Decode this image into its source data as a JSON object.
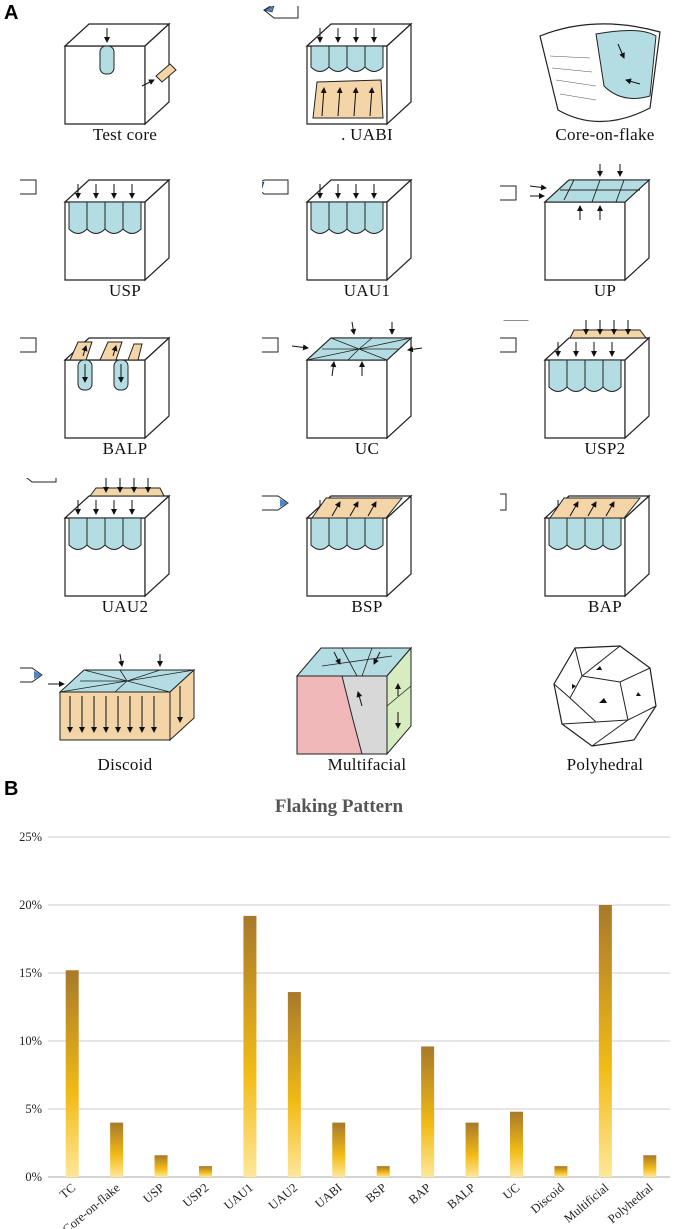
{
  "panel_a": {
    "letter": "A",
    "cells": [
      {
        "key": "test-core",
        "caption": "Test core"
      },
      {
        "key": "uabi",
        "caption": ". UABI"
      },
      {
        "key": "core-on-flake",
        "caption": "Core-on-flake"
      },
      {
        "key": "usp",
        "caption": "USP"
      },
      {
        "key": "uau1",
        "caption": "UAU1"
      },
      {
        "key": "up",
        "caption": "UP"
      },
      {
        "key": "balp",
        "caption": "BALP"
      },
      {
        "key": "uc",
        "caption": "UC"
      },
      {
        "key": "usp2",
        "caption": "USP2"
      },
      {
        "key": "uau2",
        "caption": "UAU2"
      },
      {
        "key": "bsp",
        "caption": "BSP"
      },
      {
        "key": "bap",
        "caption": "BAP"
      },
      {
        "key": "discoid",
        "caption": "Discoid"
      },
      {
        "key": "multifacial",
        "caption": "Multifacial"
      },
      {
        "key": "polyhedral",
        "caption": "Polyhedral"
      }
    ],
    "colors": {
      "blue": "#b3dde3",
      "tan": "#f4d5a8",
      "pink": "#f0b8b8",
      "gray": "#d8d8d8",
      "green": "#d7ecc0",
      "icon_blue": "#4a86c5"
    }
  },
  "panel_b": {
    "letter": "B",
    "chart_data": {
      "type": "bar",
      "title": "Flaking Pattern",
      "categories": [
        "TC",
        "Core-on-flake",
        "USP",
        "USP2",
        "UAU1",
        "UAU2",
        "UABI",
        "BSP",
        "BAP",
        "BALP",
        "UC",
        "Discoid",
        "Multificial",
        "Polyhedral"
      ],
      "values": [
        15.2,
        4.0,
        1.6,
        0.8,
        19.2,
        13.6,
        4.0,
        0.8,
        9.6,
        4.0,
        4.8,
        0.8,
        20.0,
        1.6
      ],
      "ylim": [
        0,
        25
      ],
      "yticks": [
        "0%",
        "5%",
        "10%",
        "15%",
        "20%",
        "25%"
      ],
      "grid": true,
      "xlabel": "",
      "ylabel": "",
      "colors": {
        "bar_top": "#a8792a",
        "bar_mid": "#f2bb16",
        "bar_bottom": "#ffe79a",
        "grid": "#cccccc"
      }
    }
  }
}
